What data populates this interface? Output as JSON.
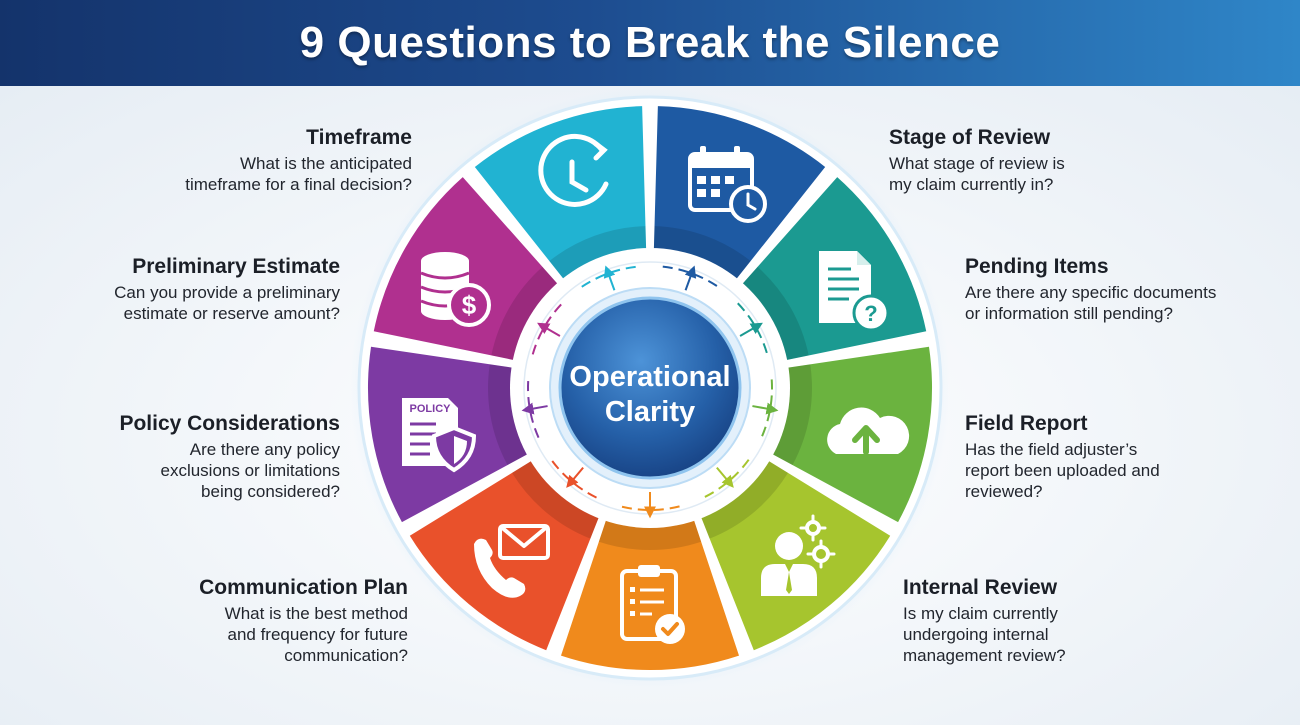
{
  "title": "9 Questions to Break the Silence",
  "center": {
    "line1": "Operational",
    "line2": "Clarity"
  },
  "colors": {
    "timeframe": "#21b3d2",
    "stage": "#1e5aa3",
    "pending": "#1b9a91",
    "field": "#6bb33f",
    "internal": "#a6c52e",
    "checklist": "#f08a1c",
    "communication": "#e9512b",
    "policy": "#7d3aa3",
    "estimate": "#b0308f"
  },
  "questions": {
    "timeframe": {
      "title": "Timeframe",
      "desc": "What is the anticipated\ntimeframe for a final decision?",
      "icon": "clock-icon"
    },
    "stage": {
      "title": "Stage of Review",
      "desc": "What stage of review is\nmy claim currently in?",
      "icon": "calendar-icon"
    },
    "pending": {
      "title": "Pending Items",
      "desc": "Are there any specific documents\nor information still pending?",
      "icon": "document-question-icon"
    },
    "field": {
      "title": "Field Report",
      "desc": "Has the field adjuster’s\nreport been uploaded and\nreviewed?",
      "icon": "cloud-upload-icon"
    },
    "internal": {
      "title": "Internal Review",
      "desc": "Is my claim currently\nundergoing internal\nmanagement review?",
      "icon": "manager-gears-icon"
    },
    "checklist": {
      "icon": "clipboard-check-icon"
    },
    "communication": {
      "title": "Communication Plan",
      "desc": "What is the best method\nand frequency for future\ncommunication?",
      "icon": "phone-mail-icon"
    },
    "policy": {
      "title": "Policy Considerations",
      "desc": "Are there any policy\nexclusions or limitations\nbeing considered?",
      "icon": "policy-shield-icon"
    },
    "estimate": {
      "title": "Preliminary Estimate",
      "desc": "Can you provide a preliminary\nestimate or reserve amount?",
      "icon": "coins-dollar-icon"
    }
  },
  "policy_icon_text": "POLICY"
}
